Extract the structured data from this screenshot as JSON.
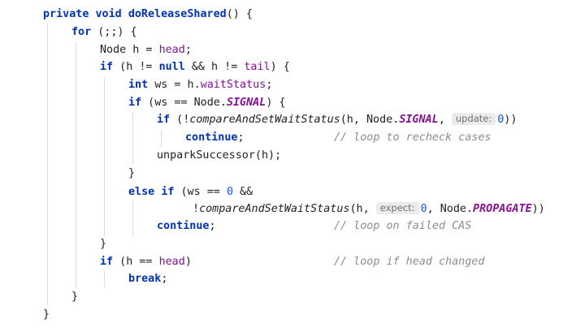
{
  "code": {
    "l1": {
      "kw_private": "private",
      "kw_void": "void",
      "method": "doReleaseShared",
      "rest": "() {"
    },
    "l2": {
      "kw_for": "for",
      "rest": " (;;) {"
    },
    "l3": {
      "type": "Node h = ",
      "field": "head",
      "end": ";"
    },
    "l4": {
      "kw_if": "if",
      "a": " (h != ",
      "kw_null": "null",
      "b": " && h != ",
      "field": "tail",
      "c": ") {"
    },
    "l5": {
      "kw_int": "int",
      "a": " ws = h.",
      "field": "waitStatus",
      "b": ";"
    },
    "l6": {
      "kw_if": "if",
      "a": " (ws == Node.",
      "const": "SIGNAL",
      "b": ") {"
    },
    "l7": {
      "kw_if": "if",
      "a": " (!",
      "method": "compareAndSetWaitStatus",
      "b": "(h, Node.",
      "const": "SIGNAL",
      "c": ", ",
      "hint": "update:",
      "num": "0",
      "d": "))"
    },
    "l8": {
      "kw": "continue",
      "a": ";",
      "comment": "// loop to recheck cases"
    },
    "l9": {
      "text": "unparkSuccessor(h);"
    },
    "l10": {
      "text": "}"
    },
    "l11": {
      "kw_else": "else",
      "kw_if": "if",
      "a": " (ws == ",
      "num": "0",
      "b": " &&"
    },
    "l12": {
      "a": "!",
      "method": "compareAndSetWaitStatus",
      "b": "(h, ",
      "hint": "expect:",
      "num": "0",
      "c": ", Node.",
      "const": "PROPAGATE",
      "d": "))"
    },
    "l13": {
      "kw": "continue",
      "a": ";",
      "comment": "// loop on failed CAS"
    },
    "l14": {
      "text": "}"
    },
    "l15": {
      "kw_if": "if",
      "a": " (h == ",
      "field": "head",
      "b": ")",
      "comment": "// loop if head changed"
    },
    "l16": {
      "kw": "break",
      "a": ";"
    },
    "l17": {
      "text": "}"
    },
    "l18": {
      "text": "}"
    }
  }
}
